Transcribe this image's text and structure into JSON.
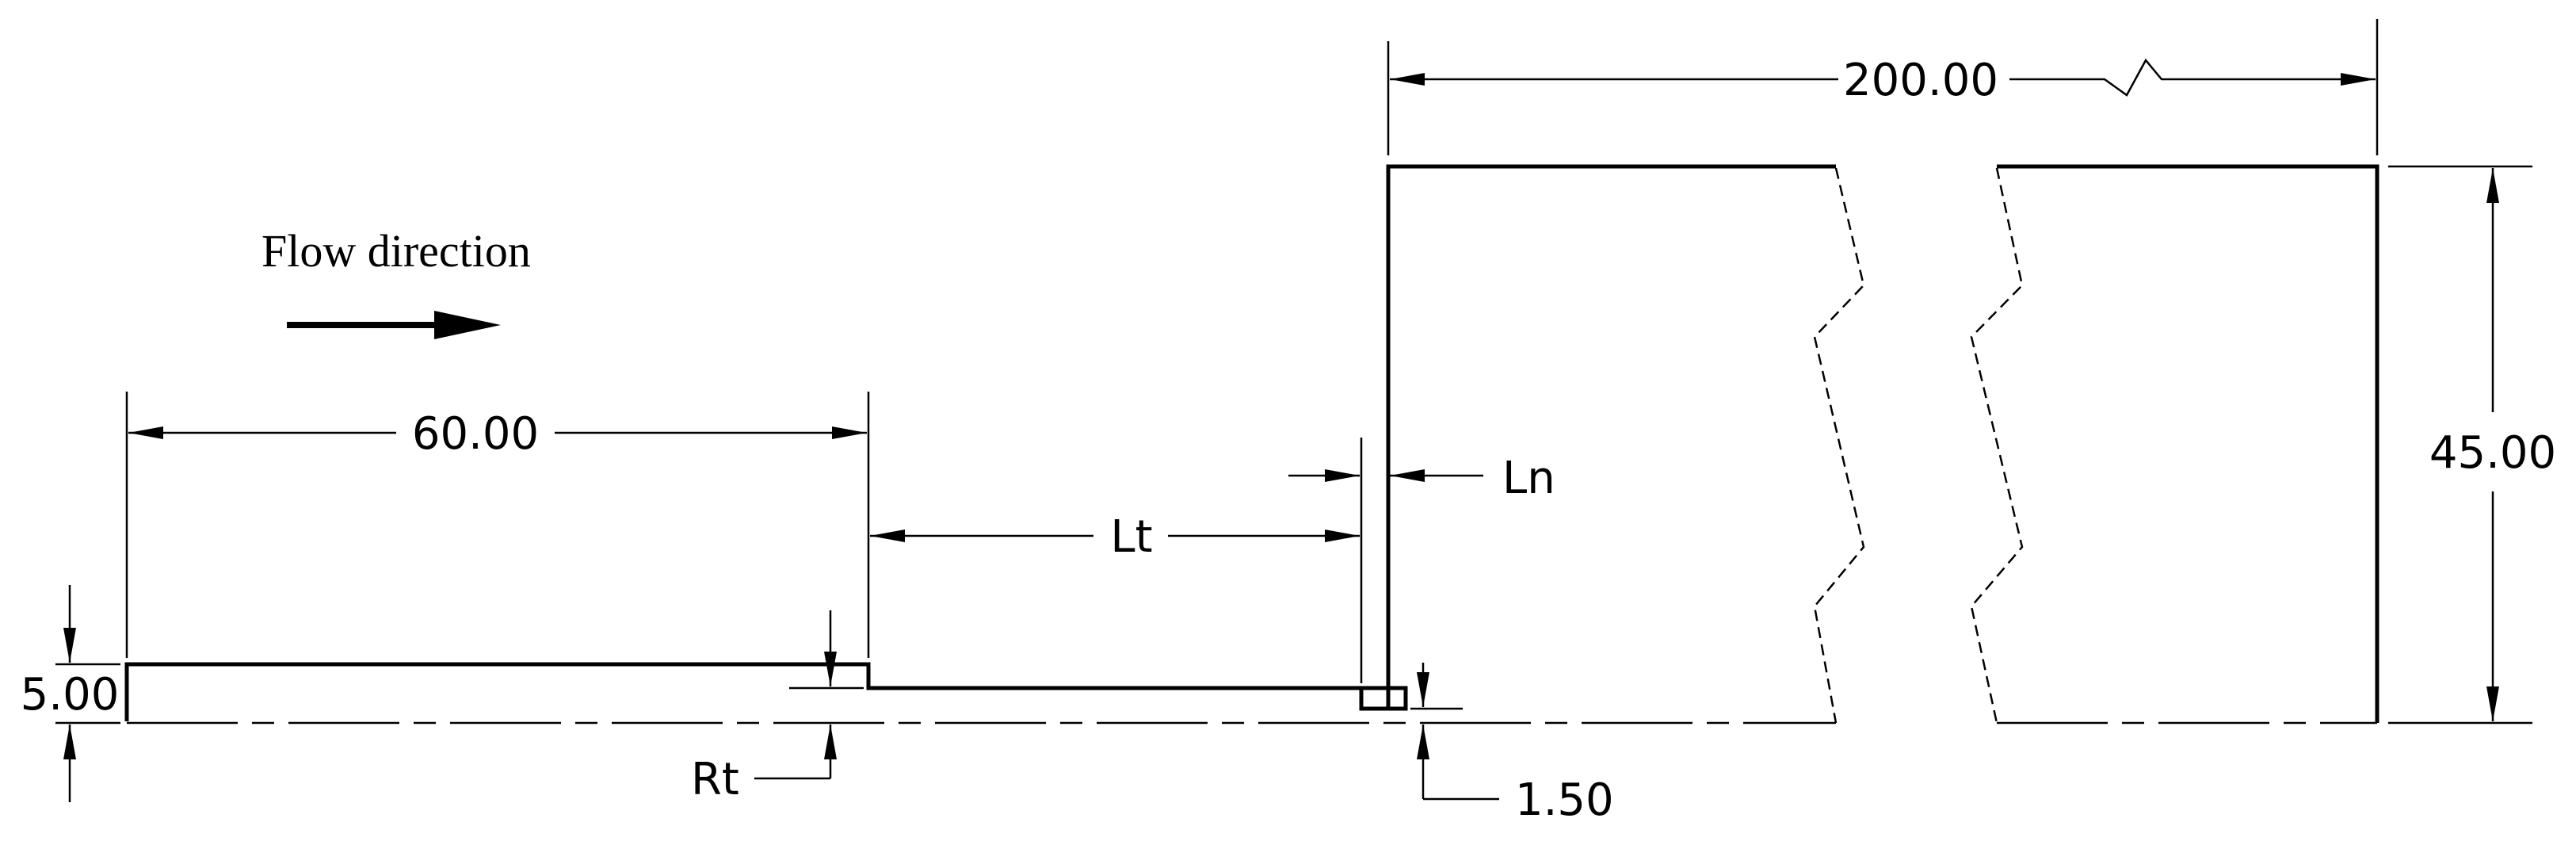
{
  "flow_label": "Flow direction",
  "dimensions": {
    "inlet_length": "60.00",
    "total_length": "200.00",
    "domain_height": "45.00",
    "inlet_height": "5.00",
    "throat_length": "Lt",
    "nozzle_lip": "Ln",
    "throat_radius": "Rt",
    "lip_gap": "1.50"
  }
}
